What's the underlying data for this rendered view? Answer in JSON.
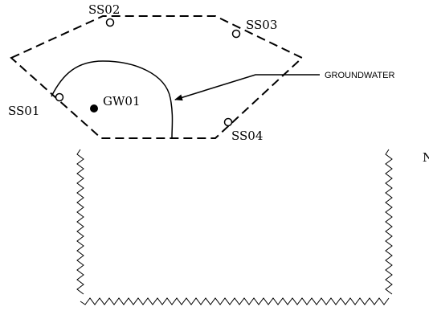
{
  "site": {
    "samples": [
      {
        "id": "ss01",
        "label": "SS01"
      },
      {
        "id": "ss02",
        "label": "SS02"
      },
      {
        "id": "ss03",
        "label": "SS03"
      },
      {
        "id": "ss04",
        "label": "SS04"
      }
    ],
    "well": {
      "label": "GW01"
    },
    "callout": {
      "label": "GROUNDWATER"
    }
  },
  "legend": {
    "cut_off_text": "N"
  },
  "colors": {
    "line": "#000000",
    "background": "#ffffff"
  }
}
